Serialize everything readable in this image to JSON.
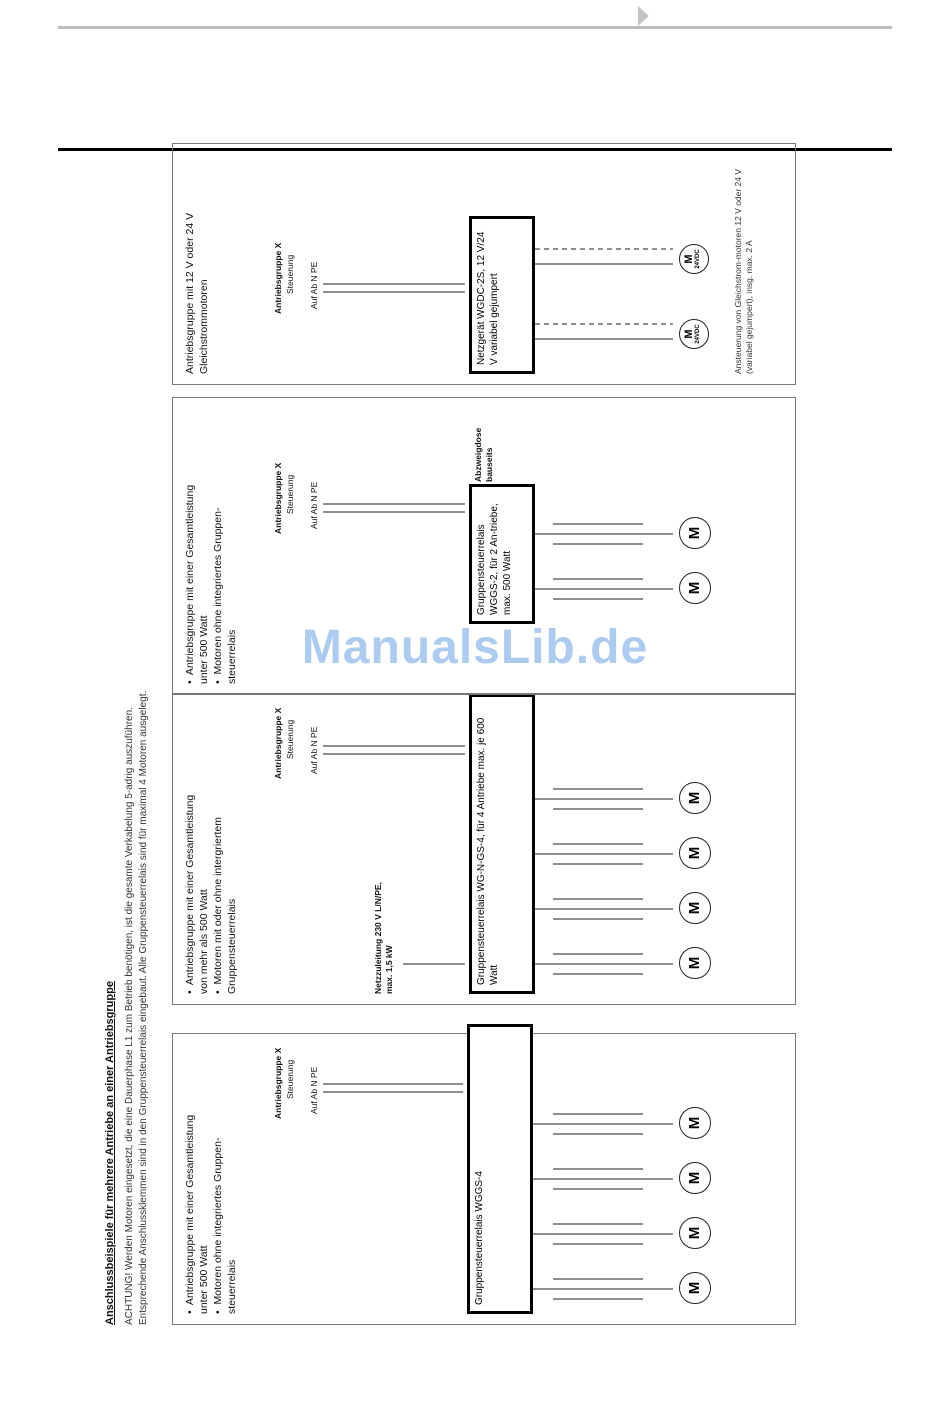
{
  "heading": "Anschlussbeispiele für mehrere Antriebe an einer Antriebsgruppe",
  "note": [
    "ACHTUNG! Werden Motoren eingesetzt, die eine Dauerphase L1 zum Betrieb benötigen, ist die gesamte Verkabelung 5-adrig auszuführen.",
    "Entsprechende Anschlussklemmen sind in den Gruppensteuerrelais eingebaut. Alle Gruppensteuerrelais sind für maximal 4 Motoren ausgelegt."
  ],
  "watermark": "ManualsLib.de",
  "drive_group": {
    "title_line1": "Antriebsgruppe X",
    "title_line2": "Steuerung",
    "terminals": "Auf Ab N PE"
  },
  "panels": [
    {
      "bullets": [
        "Antriebsgruppe mit einer Gesamtleistung unter 500 Watt",
        "Motoren ohne integriertes Gruppen-steuerrelais"
      ],
      "relay": "Gruppensteuerrelais WGGS-4"
    },
    {
      "bullets": [
        "Antriebsgruppe mit einer Gesamtleistung von mehr als 500 Watt",
        "Motoren mit oder ohne intergriertem Gruppensteuerrelais"
      ],
      "relay": "Gruppensteuerrelais WG-N-GS-4, für 4 Antriebe max. je 600 Watt",
      "supply": "Netzzuleitung 230 V L/N/PE, max. 1,5 kW"
    },
    {
      "bullets": [
        "Antriebsgruppe mit einer Gesamtleistung unter 500 Watt",
        "Motoren ohne integriertes Gruppen-steuerrelais"
      ],
      "relay": "Gruppensteuerrelais WGGS-2, für 2 An-triebe, max. 500 Watt",
      "junction": "Abzweigdose bauseits"
    },
    {
      "bullets": [
        "Antriebsgruppe mit 12 V oder 24 V Gleichstrommotoren"
      ],
      "relay": "Netzgerät WGDC-2S, 12 V/24 V variabel gejumpert",
      "dc_note": "Ansteuerung von Gleichstrom-motoren 12 V oder 24 V (variabel gejumpert), insg. max. 2 A",
      "dc_motor_voltage": "24VDC"
    }
  ],
  "motor_label": "M"
}
